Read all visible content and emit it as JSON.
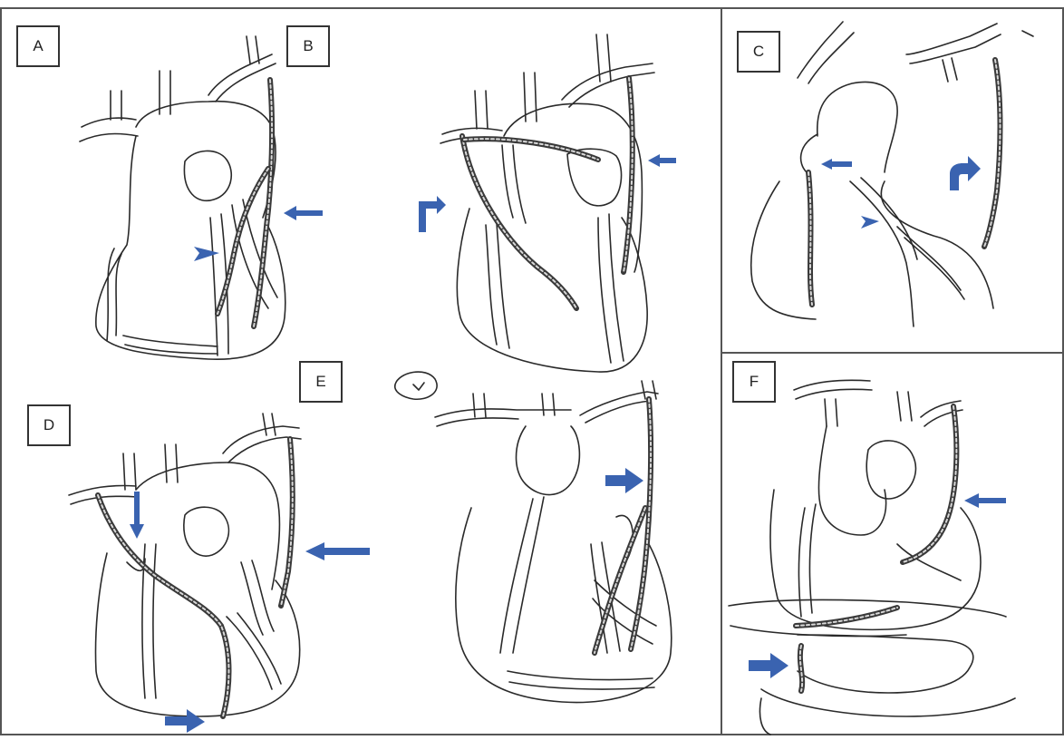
{
  "panels": [
    {
      "id": "A",
      "label": "A"
    },
    {
      "id": "B",
      "label": "B"
    },
    {
      "id": "C",
      "label": "C"
    },
    {
      "id": "D",
      "label": "D"
    },
    {
      "id": "E",
      "label": "E"
    },
    {
      "id": "F",
      "label": "F"
    }
  ],
  "colors": {
    "arrow": "#3a63b0",
    "line": "#2a2a2a",
    "frame": "#555555",
    "background": "#ffffff"
  }
}
